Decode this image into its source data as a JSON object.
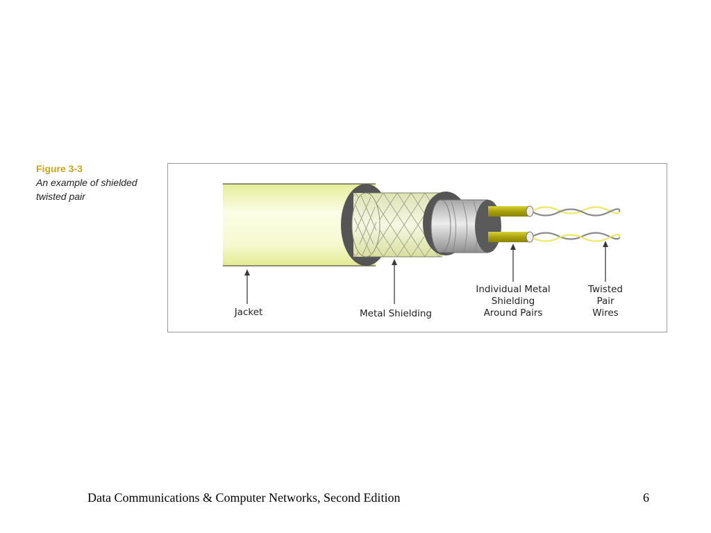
{
  "caption": {
    "figure_number": "Figure 3-3",
    "title_line1": "An example of shielded",
    "title_line2": "twisted pair"
  },
  "labels": {
    "jacket": "Jacket",
    "metal_shielding": "Metal Shielding",
    "individual": [
      "Individual Metal",
      "Shielding",
      "Around Pairs"
    ],
    "twisted": [
      "Twisted",
      "Pair",
      "Wires"
    ]
  },
  "footer": {
    "title": "Data Communications & Computer Networks, Second Edition",
    "page": "6"
  },
  "colors": {
    "jacket": "#f4f7c6",
    "caption_accent": "#c7a420",
    "shield_ring": "#555555",
    "conductor": "#b8b414"
  }
}
